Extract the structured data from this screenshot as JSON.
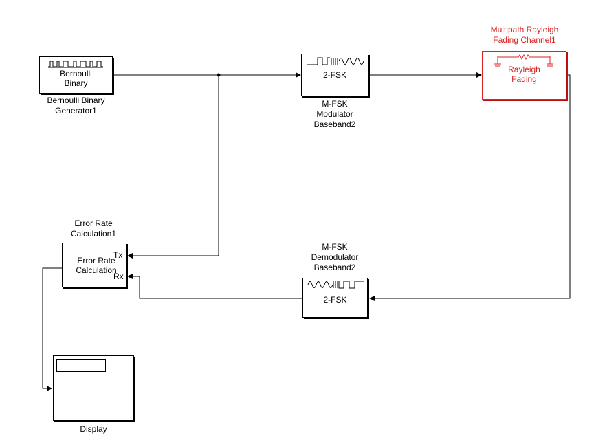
{
  "blocks": {
    "bernoulli": {
      "icon_text": "Bernoulli\nBinary",
      "name": "Bernoulli Binary\nGenerator1"
    },
    "modulator": {
      "icon_text": "2-FSK",
      "name": "M-FSK\nModulator\nBaseband2"
    },
    "channel": {
      "icon_text": "Rayleigh\nFading",
      "name": "Multipath Rayleigh\nFading Channel1",
      "color": "#d22222"
    },
    "error_rate": {
      "icon_text": "Error Rate\nCalculation",
      "name": "Error Rate\nCalculation1",
      "port_tx": "Tx",
      "port_rx": "Rx"
    },
    "demodulator": {
      "icon_text": "2-FSK",
      "name": "M-FSK\nDemodulator\nBaseband2"
    },
    "display": {
      "name": "Display"
    }
  }
}
